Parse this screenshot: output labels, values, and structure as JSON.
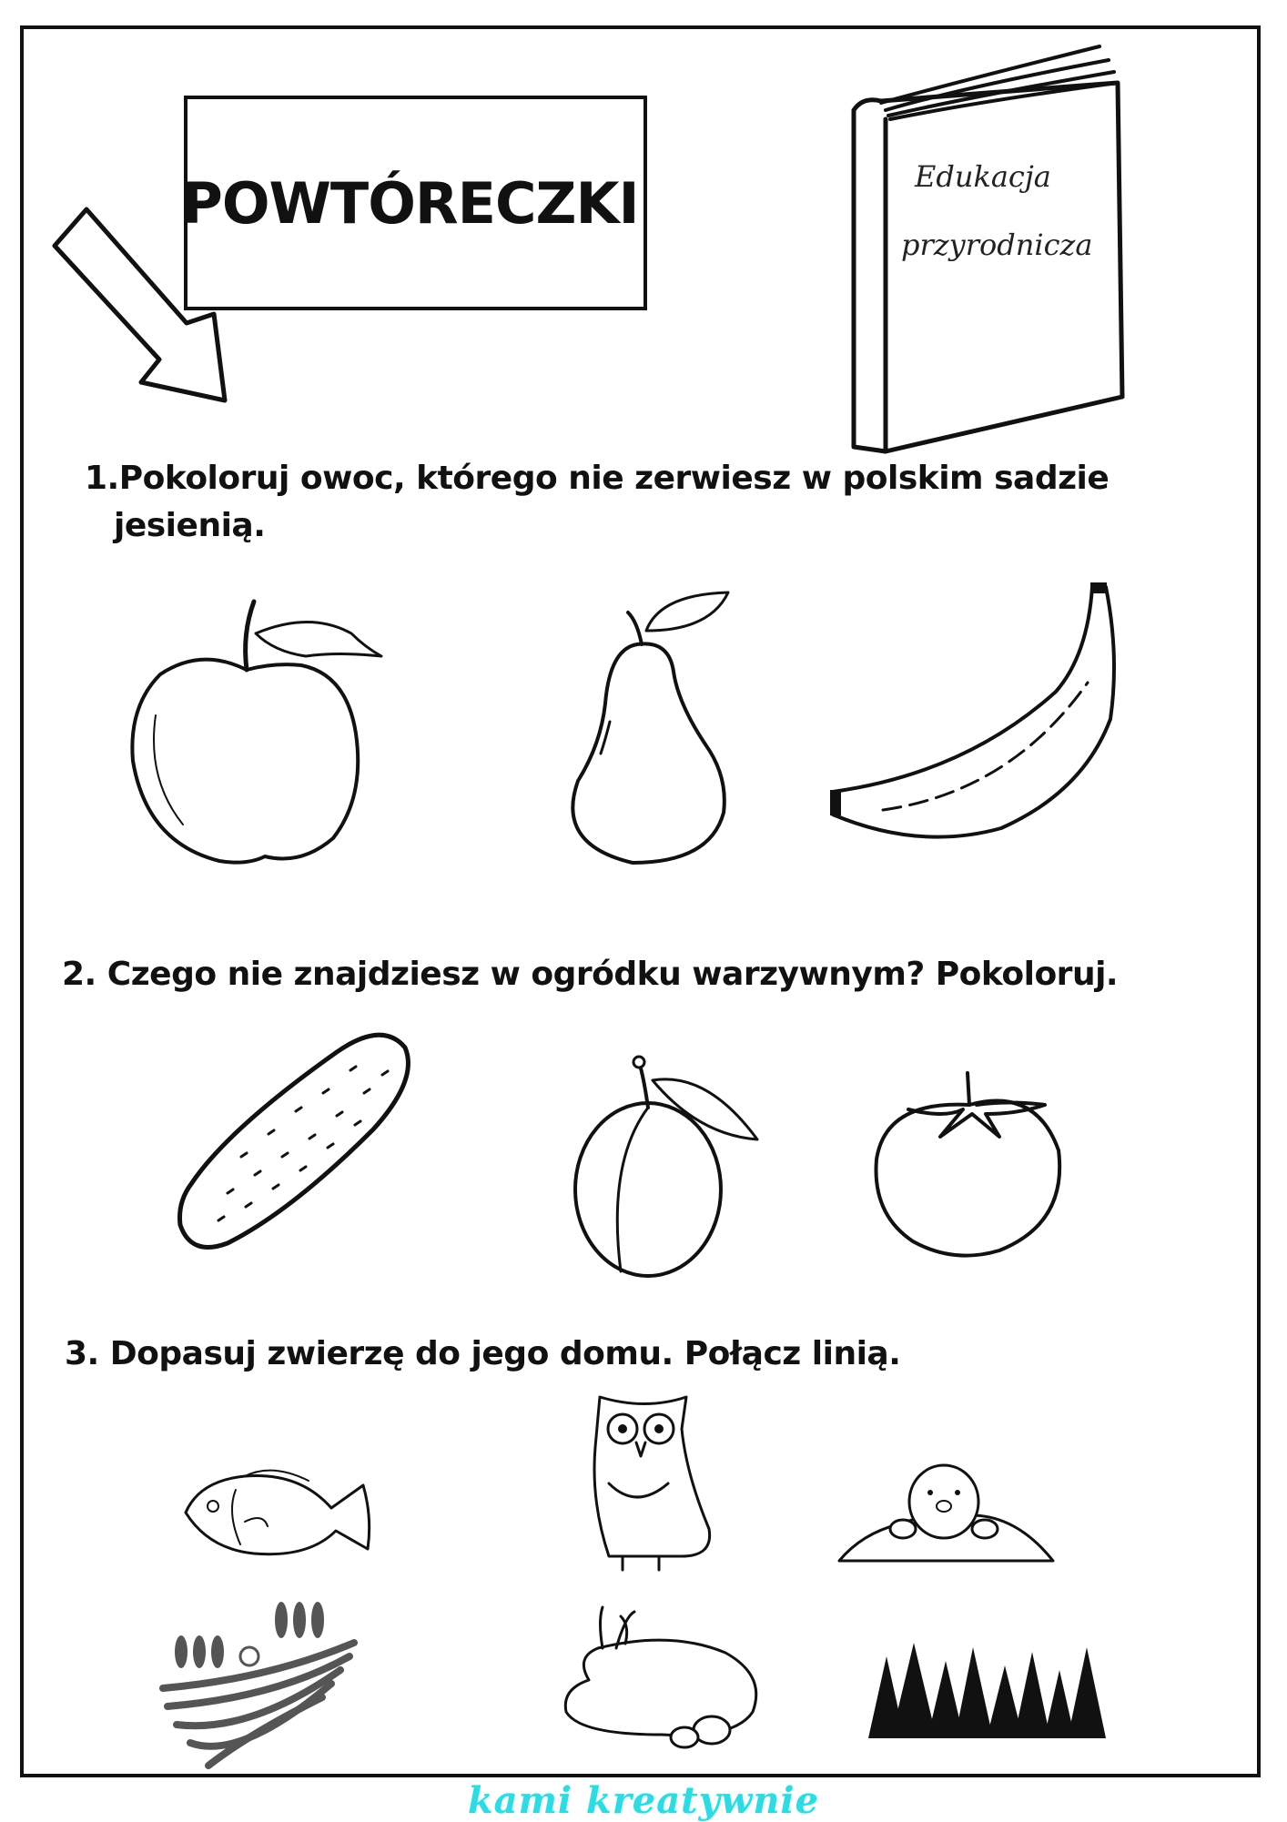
{
  "title": "POWTÓRECZKI",
  "book": {
    "line1": "Edukacja",
    "line2": "przyrodnicza"
  },
  "questions": [
    {
      "number": "1.",
      "text_line1": "Pokoloruj owoc, którego nie zerwiesz w polskim sadzie",
      "text_line2": "jesienią."
    },
    {
      "number": "2.",
      "text": "Czego nie znajdziesz w ogródku warzywnym? Pokoloruj."
    },
    {
      "number": "3.",
      "text": "Dopasuj zwierzę do jego domu. Połącz linią."
    }
  ],
  "footer": "kami kreatywnie",
  "colors": {
    "footer": "#33d9e0",
    "ink": "#111111"
  }
}
